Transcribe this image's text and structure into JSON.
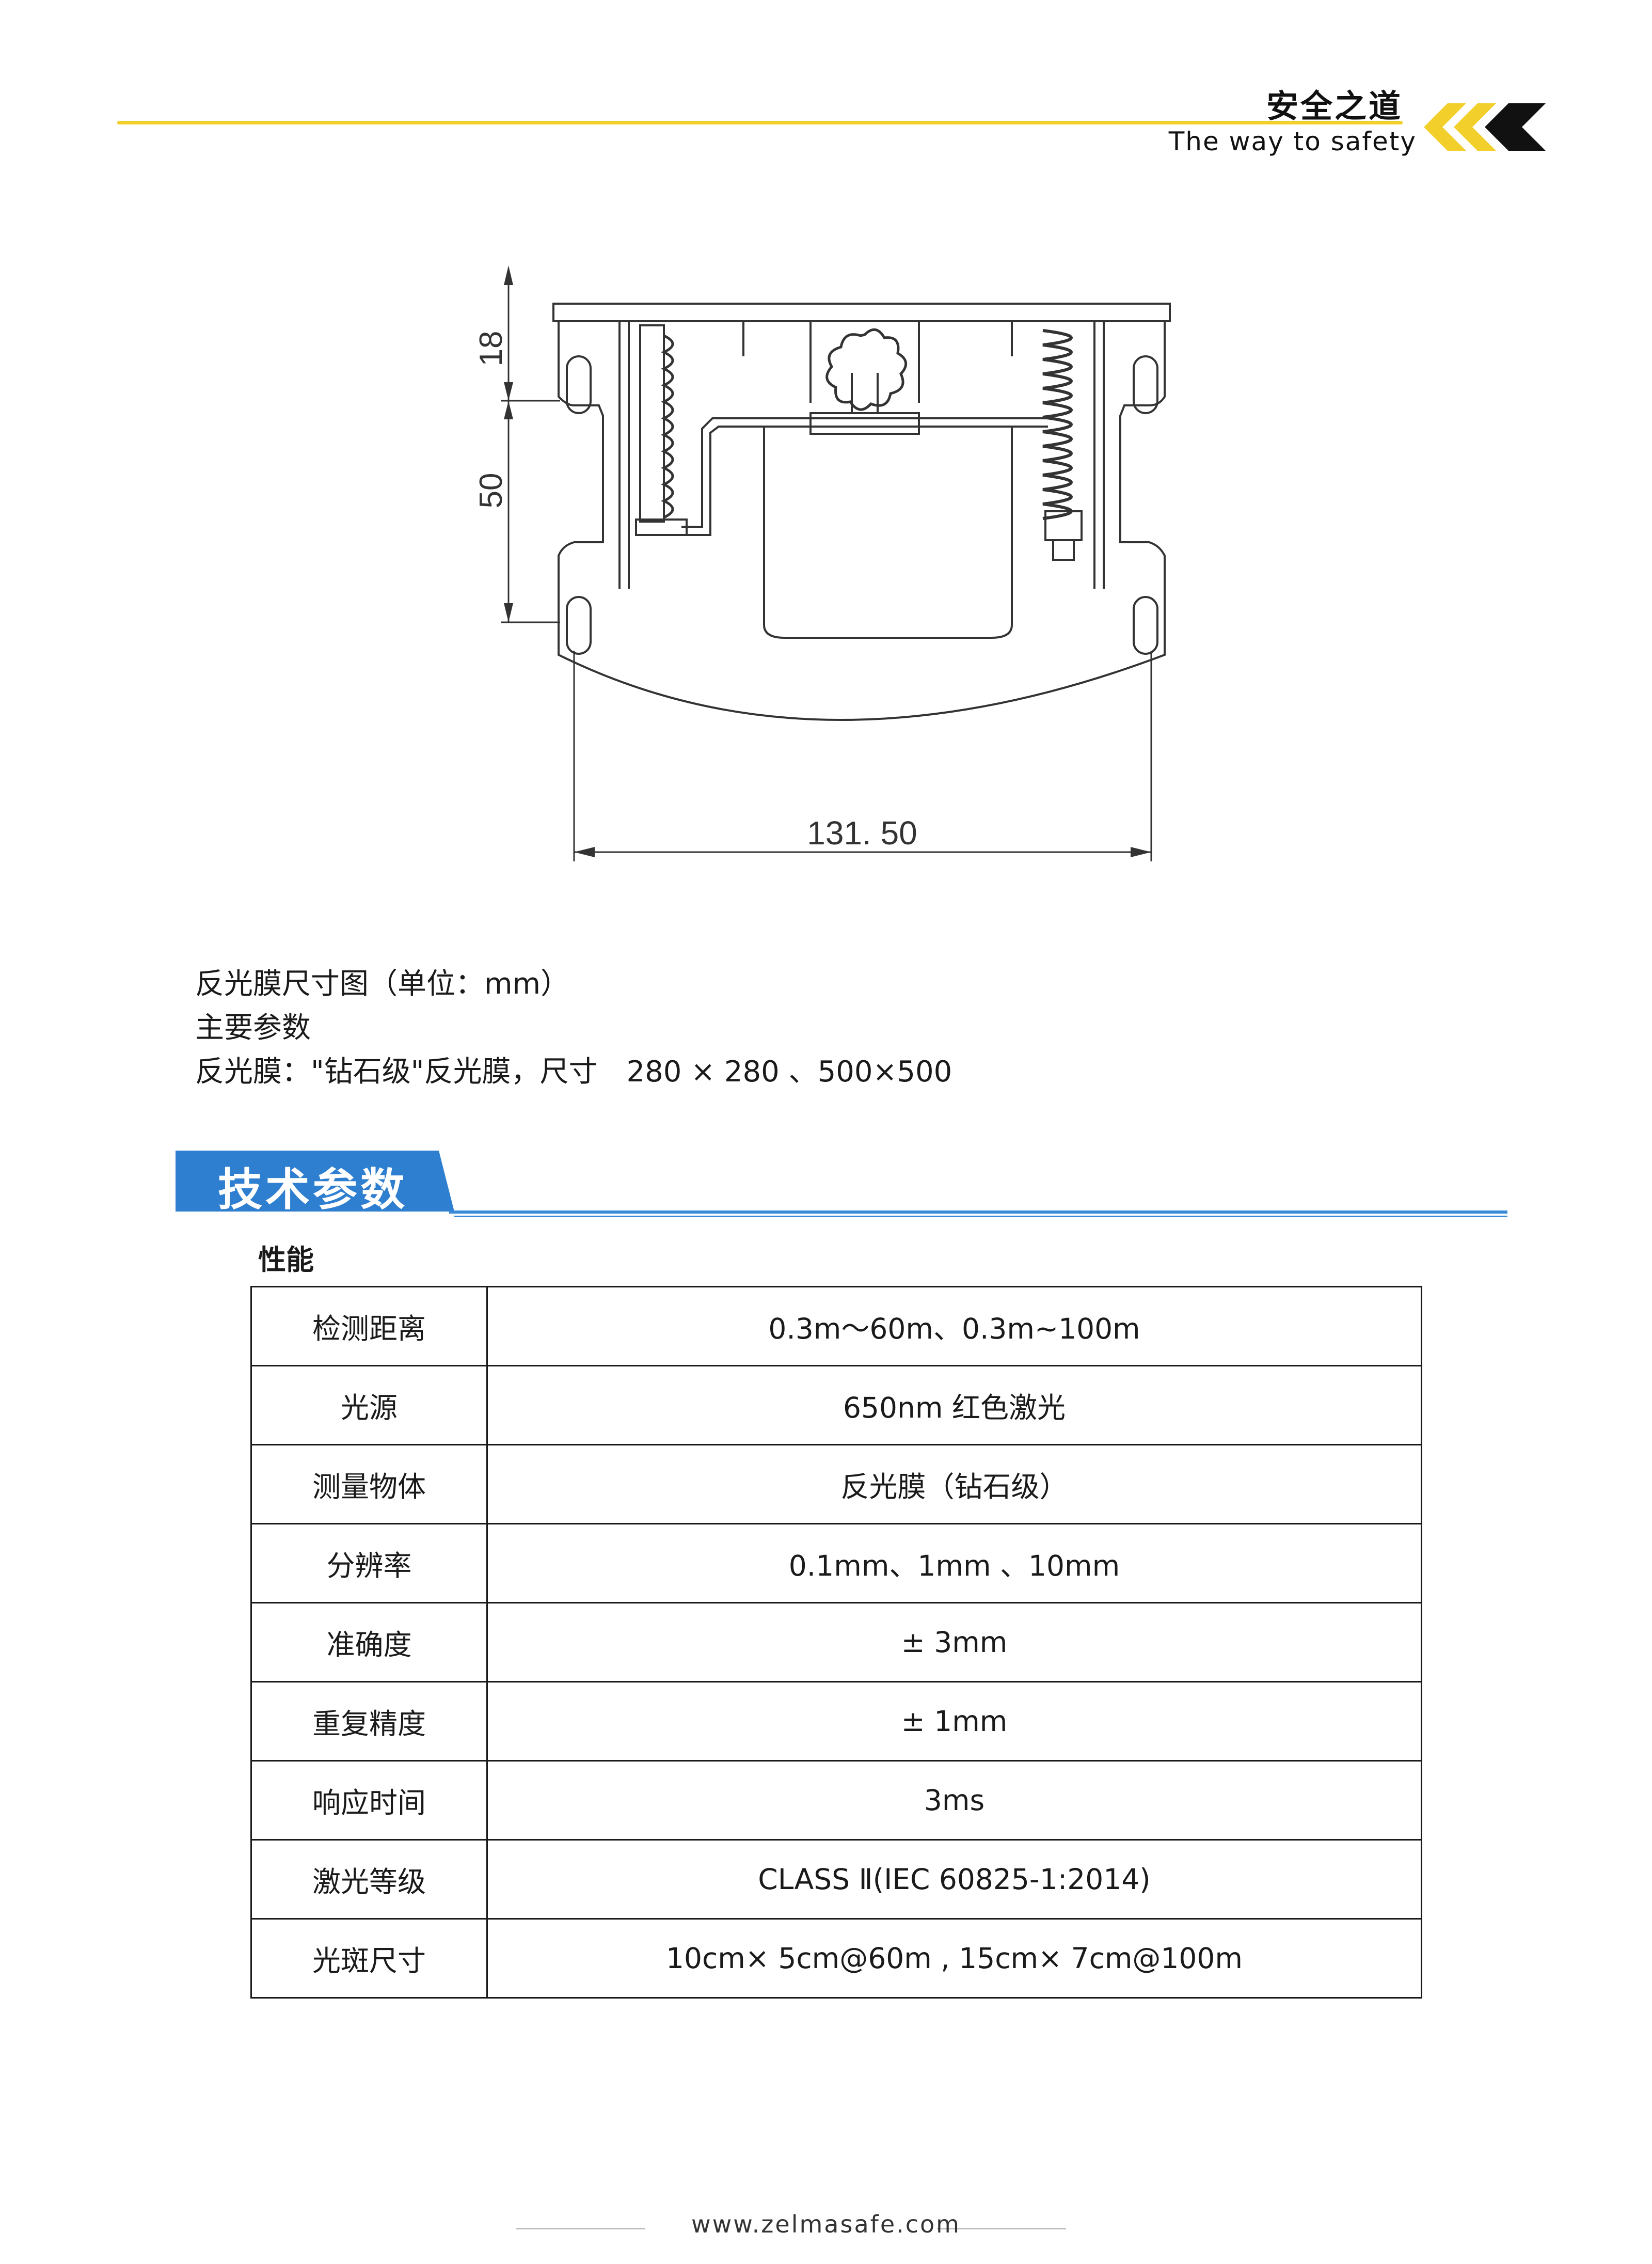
{
  "header": {
    "brand_cn": "安全之道",
    "brand_en": "The way to safety",
    "colors": {
      "accent_yellow": "#f2cf2a",
      "logo_black": "#111111"
    }
  },
  "drawing": {
    "dim_top": "18",
    "dim_middle": "50",
    "dim_width": "131. 50"
  },
  "captions": {
    "line1": "反光膜尺寸图（单位：mm）",
    "line2": "主要参数",
    "line3": "反光膜：\"钻石级\"反光膜，尺寸　280 × 280 、500×500"
  },
  "section": {
    "title": "技术参数",
    "colors": {
      "banner_blue": "#2f7fd0",
      "rule_blue": "#3a8ad8"
    }
  },
  "subheading": "性能",
  "spec_rows": [
    {
      "label": "检测距离",
      "value": "0.3m～60m、0.3m~100m"
    },
    {
      "label": "光源",
      "value": "650nm 红色激光"
    },
    {
      "label": "测量物体",
      "value": "反光膜（钻石级）"
    },
    {
      "label": "分辨率",
      "value": "0.1mm、1mm 、10mm"
    },
    {
      "label": "准确度",
      "value": "± 3mm"
    },
    {
      "label": "重复精度",
      "value": "± 1mm"
    },
    {
      "label": "响应时间",
      "value": "3ms"
    },
    {
      "label": "激光等级",
      "value": "CLASS Ⅱ(IEC 60825-1:2014)"
    },
    {
      "label": "光斑尺寸",
      "value": "10cm× 5cm@60m , 15cm× 7cm@100m"
    }
  ],
  "footer": {
    "url": "www.zelmasafe.com"
  }
}
